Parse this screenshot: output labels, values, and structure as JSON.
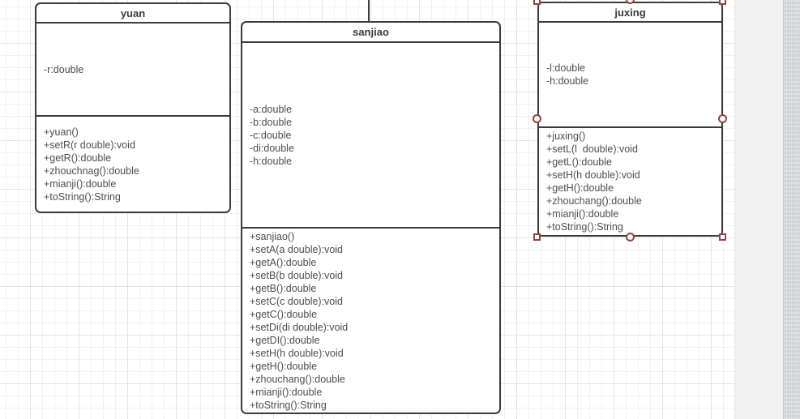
{
  "diagram": {
    "type": "uml-class-diagram",
    "classes": [
      {
        "name": "yuan",
        "attributes": [
          "-r:double"
        ],
        "methods": [
          "+yuan()",
          "+setR(r double):void",
          "+getR():double",
          "+zhouchnag():double",
          "+mianji():double",
          "+toString():String"
        ]
      },
      {
        "name": "sanjiao",
        "attributes": [
          "-a:double",
          "-b:double",
          "-c:double",
          "-di:double",
          "-h:double"
        ],
        "methods": [
          "+sanjiao()",
          "+setA(a double):void",
          "+getA():double",
          "+setB(b double):void",
          "+getB():double",
          "+setC(c double):void",
          "+getC():double",
          "+setDi(di double):void",
          "+getDI():double",
          "+setH(h double):void",
          "+getH():double",
          "+zhouchang():double",
          "+mianji():double",
          "+toString():String"
        ]
      },
      {
        "name": "juxing",
        "attributes": [
          "-l:double",
          "-h:double"
        ],
        "methods": [
          "+juxing()",
          "+setL(l  double):void",
          "+getL():double",
          "+setH(h double):void",
          "+getH():double",
          "+zhouchang():double",
          "+mianji():double",
          "+toString():String"
        ]
      }
    ],
    "selection": {
      "selected_class": "juxing",
      "handle_color": "#8f4545"
    },
    "colors": {
      "box_border": "#3b3b3b",
      "box_fill": "#ffffff",
      "text": "#4d4d4d",
      "grid_minor": "#f1f1f1",
      "grid_major": "#e4e4e4",
      "canvas_bg": "#ffffff",
      "gutter_bg": "#f1f1f1",
      "scrollbar": "#d4d7da"
    }
  }
}
